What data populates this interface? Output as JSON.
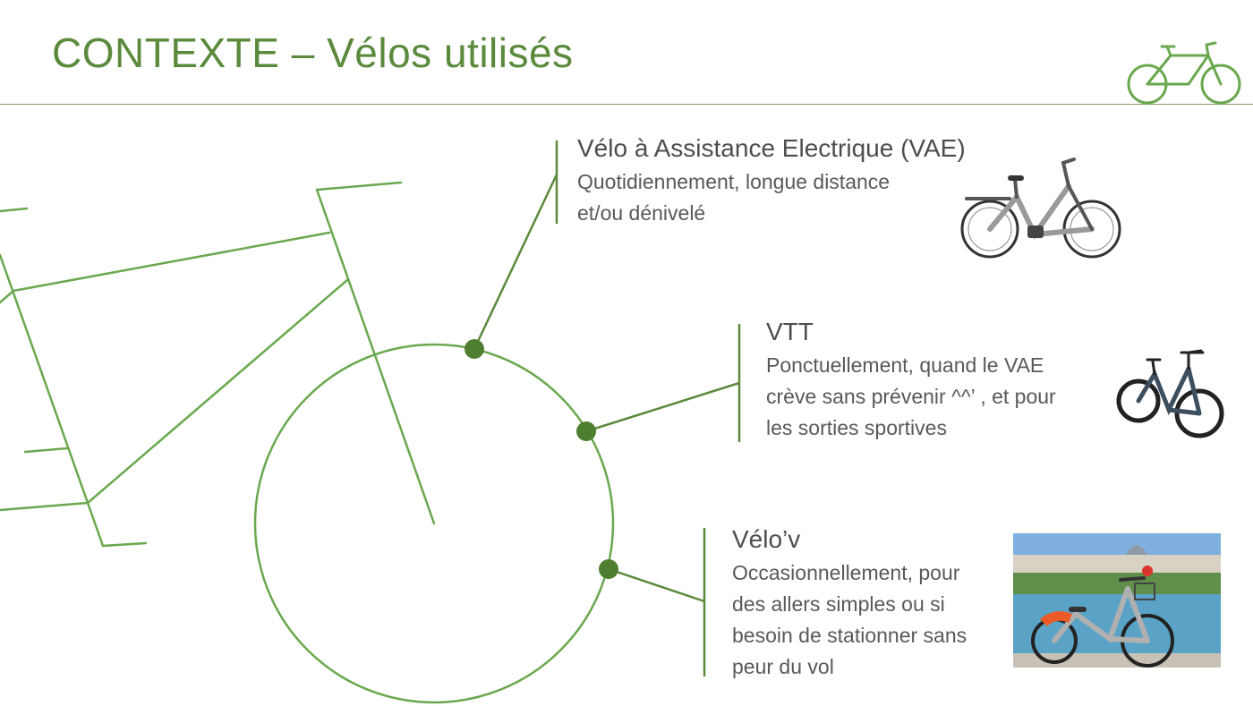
{
  "page": {
    "title": "CONTEXTE – Vélos utilisés",
    "accent_color": "#5b8a3c",
    "icon": "bicycle-icon"
  },
  "items": [
    {
      "heading": "Vélo à Assistance Electrique (VAE)",
      "lines": [
        "Quotidiennement, longue distance",
        "et/ou dénivelé"
      ],
      "image": "electric-bike-photo"
    },
    {
      "heading": "VTT",
      "lines": [
        "Ponctuellement, quand le VAE",
        "crève sans prévenir ^^’ , et pour",
        "les sorties sportives"
      ],
      "image": "mountain-bike-photo"
    },
    {
      "heading": "Vélo’v",
      "lines": [
        "Occasionnellement, pour",
        "des allers simples ou si",
        "besoin de stationner sans",
        "peur du vol"
      ],
      "image": "velov-bike-photo"
    }
  ]
}
